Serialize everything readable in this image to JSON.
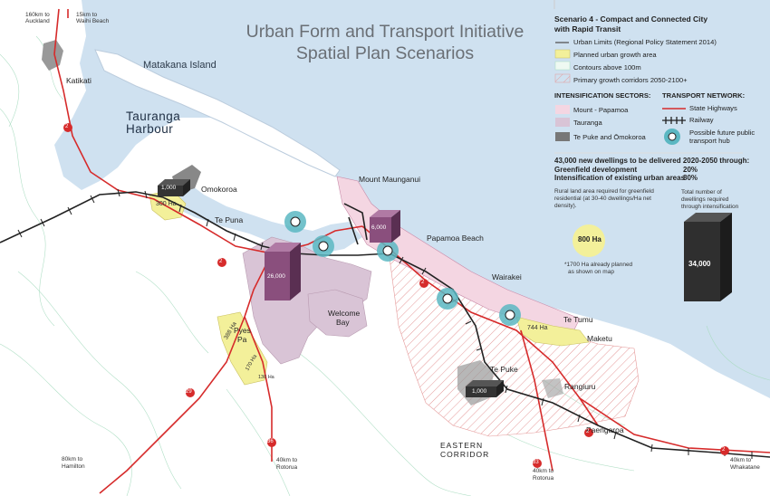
{
  "title": {
    "line1": "Urban Form and Transport Initiative",
    "line2": "Spatial Plan Scenarios"
  },
  "legend": {
    "scenario_line1": "Scenario 4 - Compact and Connected City",
    "scenario_line2": "with Rapid Transit",
    "items": [
      {
        "label": "Urban Limits (Regional Policy Statement 2014)"
      },
      {
        "label": "Planned urban growth area"
      },
      {
        "label": "Contours above 100m"
      },
      {
        "label": "Primary growth corridors 2050-2100+"
      }
    ],
    "intensification_heading": "INTENSIFICATION SECTORS:",
    "sectors": [
      {
        "label": "Mount - Papamoa"
      },
      {
        "label": "Tauranga"
      },
      {
        "label": "Te Puke and Ōmokoroa"
      }
    ],
    "transport_heading": "TRANSPORT NETWORK:",
    "transport": [
      {
        "label": "State Highways"
      },
      {
        "label": "Railway"
      },
      {
        "label": "Possible future public"
      },
      {
        "label": "transport hub"
      }
    ]
  },
  "dwellings": {
    "headline": "43,000 new dwellings to be delivered 2020-2050 through:",
    "greenfield_label": "Greenfield development",
    "greenfield_pct": "20%",
    "intensification_label": "Intensification of existing urban areas",
    "intensification_pct": "80%",
    "rural_note": [
      "Rural land area required for greenfield",
      "residential (at 30-40 dwellings/Ha net",
      "density)."
    ],
    "total_note": [
      "Total number of",
      "dwellings required",
      "through intensification"
    ],
    "circle_value": "800 Ha",
    "circle_note": [
      "*1700 Ha already planned",
      "as shown on map"
    ],
    "tower_value": "34,000"
  },
  "places": {
    "auckland": [
      "160km to",
      "Auckland"
    ],
    "waihi": [
      "15km to",
      "Waihi Beach"
    ],
    "matakana": "Matakana Island",
    "katikati": "Katikati",
    "tauranga_harbour": [
      "Tauranga",
      "Harbour"
    ],
    "omokoroa": "Omokoroa",
    "te_puna": "Te Puna",
    "mount": "Mount Maunganui",
    "papamoa": "Papamoa Beach",
    "wairakei": "Wairakei",
    "te_tumu": "Te Tumu",
    "maketu": "Maketu",
    "welcome_bay": [
      "Welcome",
      "Bay"
    ],
    "pyes_pa": [
      "Pyes",
      "Pa"
    ],
    "te_puke": "Te Puke",
    "rangiuru": "Rangiuru",
    "paengaroa": "Paengaroa",
    "eastern": "EASTERN",
    "corridor": "CORRIDOR",
    "hamilton": [
      "80km to",
      "Hamilton"
    ],
    "rotorua_w": [
      "40km to",
      "Rotorua"
    ],
    "rotorua_e": [
      "40km to",
      "Rotorua"
    ],
    "whakatane": [
      "40km to",
      "Whakatane"
    ]
  },
  "map_values": {
    "omokoroa_dwellings": "1,000",
    "omokoroa_area": "300 Ha",
    "tauranga_dwellings": "26,000",
    "mount_dwellings": "6,000",
    "tepuke_dwellings": "1,000",
    "area_388": "388 Ha",
    "area_170": "170 Ha",
    "area_130": "130 Ha",
    "area_744": "744 Ha"
  },
  "highway_shields": [
    "2",
    "2",
    "2",
    "2",
    "29",
    "36",
    "33",
    "2"
  ],
  "colors": {
    "water": "#cfe1f0",
    "state_highway": "#d62b2b",
    "railway": "#222222",
    "growth_area": "#f3f09a",
    "mount_papamoa": "#f4d6e2",
    "tauranga": "#d9c4d6",
    "tepuke_omokoroa": "#777777",
    "hub": "#5bb7c2",
    "tower_purple": "#8a4f7d",
    "tower_dark": "#2f2f2f"
  }
}
